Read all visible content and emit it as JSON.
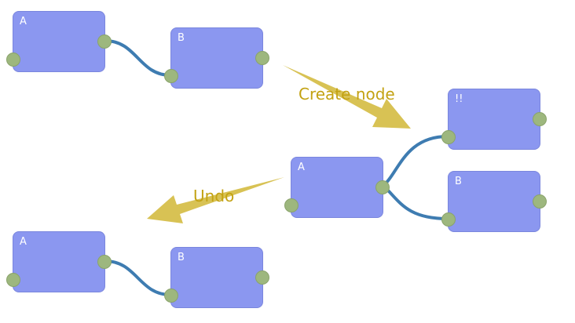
{
  "diagram": {
    "nodes": [
      {
        "id": "top-a",
        "label": "A"
      },
      {
        "id": "top-b",
        "label": "B"
      },
      {
        "id": "mid-a",
        "label": "A"
      },
      {
        "id": "mid-new",
        "label": "!!"
      },
      {
        "id": "mid-b",
        "label": "B"
      },
      {
        "id": "bottom-a",
        "label": "A"
      },
      {
        "id": "bottom-b",
        "label": "B"
      }
    ],
    "links": [
      {
        "from": "top-a",
        "to": "top-b"
      },
      {
        "from": "mid-a",
        "to": "mid-new"
      },
      {
        "from": "mid-a",
        "to": "mid-b"
      },
      {
        "from": "bottom-a",
        "to": "bottom-b"
      }
    ],
    "annotations": [
      {
        "id": "create-node",
        "label": "Create node"
      },
      {
        "id": "undo",
        "label": "Undo"
      }
    ],
    "colors": {
      "node_fill": "#8b97f0",
      "node_border": "#7a86dd",
      "port_fill": "#9db77e",
      "port_border": "#8aa36b",
      "link": "#3e7cb1",
      "annotation_text": "#c3a213",
      "annotation_arrow": "#d8c254"
    }
  }
}
